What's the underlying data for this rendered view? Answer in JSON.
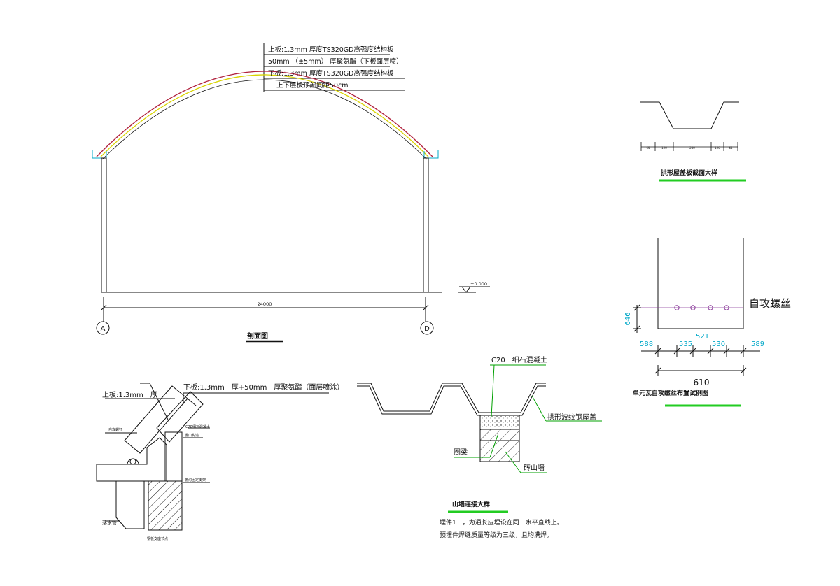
{
  "colors": {
    "line": "#111111",
    "arc_red": "#b0203c",
    "arc_yellow": "#d8d400",
    "underline_green": "#22cc22",
    "dim_cyan": "#00a8c8",
    "screw_purple": "#8a3a9a"
  },
  "section": {
    "callouts": [
      "上板:1.3mm 厚度TS320GD高强度结构板",
      "50mm （±5mm） 厚聚氨酯（下板面层喷）",
      "下板:1.3mm 厚度TS320GD高强度结构板",
      "上下层板顶部间距50cm"
    ],
    "span_dim": "24000",
    "axis_left": "A",
    "axis_right": "D",
    "elevation": "±0.000",
    "caption": "剖面图"
  },
  "eave_detail": {
    "label_top_board": "上板:1.3mm　厚",
    "label_bottom_board": "下板:1.3mm　厚+50mm　厚聚氨酯（面层喷涂）",
    "small_labels": [
      "自攻螺钉",
      "C20细石混凝土",
      "檐口构造",
      "檐沟固定支架",
      "钢板支座节点"
    ],
    "label_downpipe": "落水管"
  },
  "gable_detail": {
    "label_c20": "C20　细石混凝土",
    "label_panel": "拱形波纹钢屋盖",
    "label_ring_beam": "圈梁",
    "label_wall": "砖山墙",
    "caption": "山墙连接大样",
    "note_line1": "埋件1　，为通长应埋设在同一水平直线上。",
    "note_line2": "预埋件焊缝质量等级为三级，且均满焊。"
  },
  "panel_section": {
    "dims": [
      "65",
      "120",
      "280",
      "120",
      "65"
    ],
    "caption": "拱形屋盖板截面大样"
  },
  "screw_layout": {
    "label": "自攻螺丝",
    "dim_vertical": "646",
    "dims_bottom": [
      "588",
      "535",
      "521",
      "530",
      "589"
    ],
    "total": "610",
    "caption": "单元瓦自攻螺丝布置试例图"
  }
}
